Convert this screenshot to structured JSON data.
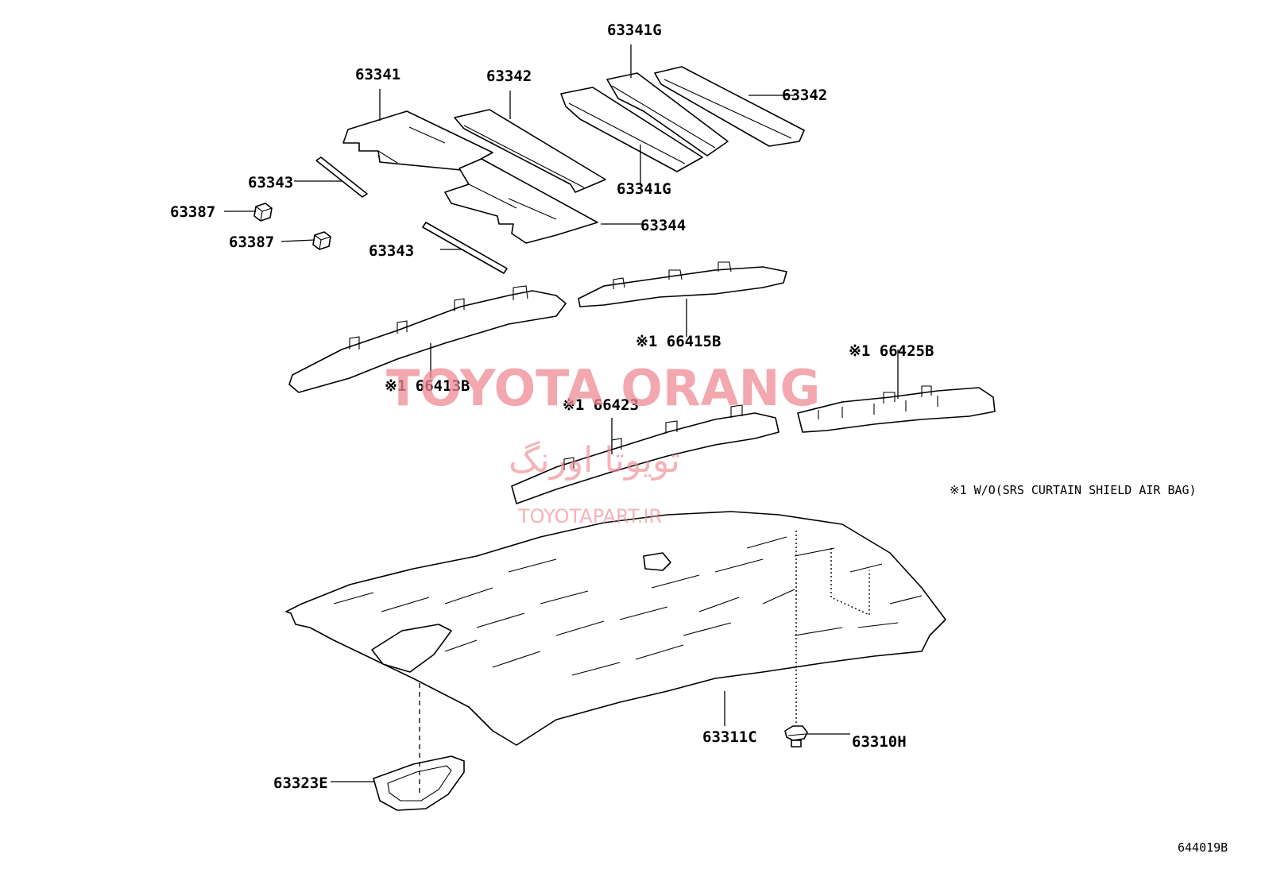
{
  "parts": {
    "p63341": "63341",
    "p63342_a": "63342",
    "p63341G_top": "63341G",
    "p63342_b": "63342",
    "p63341G_bottom": "63341G",
    "p63343_a": "63343",
    "p63387_a": "63387",
    "p63387_b": "63387",
    "p63344": "63344",
    "p63343_b": "63343",
    "p66415B": "※1 66415B",
    "p66413B": "※1 66413B",
    "p66425B": "※1 66425B",
    "p66423": "※1 66423",
    "p63311C": "63311C",
    "p63310H": "63310H",
    "p63323E": "63323E"
  },
  "note": "※1 W/O(SRS CURTAIN SHIELD AIR BAG)",
  "diagram_id": "644019B",
  "watermark": {
    "main": "TOYOTA ORANG",
    "farsi": "تویوتا اورنگ",
    "url": "TOYOTAPART.IR"
  },
  "colors": {
    "line": "#000000",
    "watermark": "#f08a93",
    "background": "#ffffff"
  }
}
